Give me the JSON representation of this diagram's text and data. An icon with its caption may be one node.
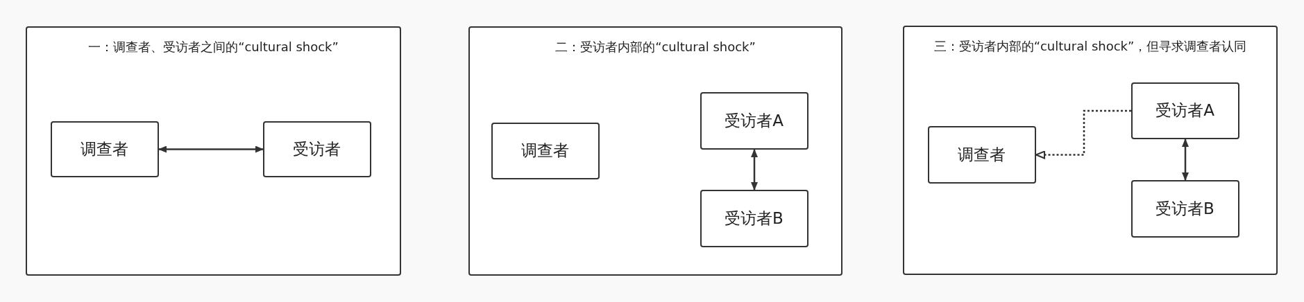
{
  "diagram": {
    "nodes": [
      {
        "text": [
          "一：调查者、受访者之间的“cultural shock”"
        ]
      },
      {
        "text": [
          "调查者"
        ],
        "in": 0
      },
      {
        "text": [
          "受访者"
        ],
        "in": 0
      },
      {
        "text": [
          "二：受访者内部的“cultural shock”"
        ]
      },
      {
        "text": [
          "调查者"
        ],
        "in": 3
      },
      {
        "text": [
          "受访者A"
        ],
        "in": 3
      },
      {
        "text": [
          "受访者B"
        ],
        "in": 3
      },
      {
        "text": [
          "三：受访者内部的“cultural shock”，但寻求调查者认同"
        ]
      },
      {
        "text": [
          "调查者"
        ],
        "in": 7
      },
      {
        "text": [
          "受访者A"
        ],
        "in": 7
      },
      {
        "text": [
          "受访者B"
        ],
        "in": 7
      }
    ],
    "edges": [
      {
        "from": 1,
        "to": 2,
        "arrow": "both"
      },
      {
        "from": 5,
        "to": 6,
        "arrow": "both"
      },
      {
        "from": 9,
        "to": 8,
        "arrow": "to",
        "style": "dashed"
      },
      {
        "from": 9,
        "to": 10,
        "arrow": "both"
      }
    ]
  }
}
